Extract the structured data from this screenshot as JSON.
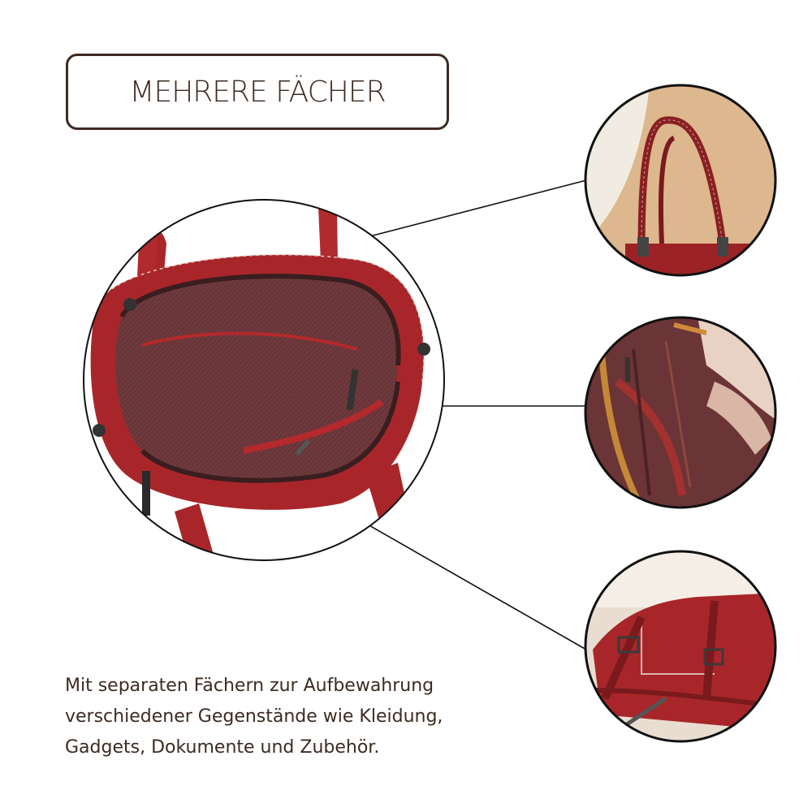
{
  "title": "MEHRERE FÄCHER",
  "description": {
    "line1": "Mit separaten Fächern zur Aufbewahrung",
    "line2": "verschiedener Gegenstände wie Kleidung,",
    "line3": "Gadgets, Dokumente und Zubehör."
  },
  "colors": {
    "text": "#3e2a22",
    "leather": "#a8262a",
    "lining": "#6e3a3d"
  },
  "images": {
    "main": "bag-interior-top-view",
    "detail1": "shoulder-straps-closeup",
    "detail2": "inner-pockets-closeup",
    "detail3": "front-exterior-closeup"
  }
}
